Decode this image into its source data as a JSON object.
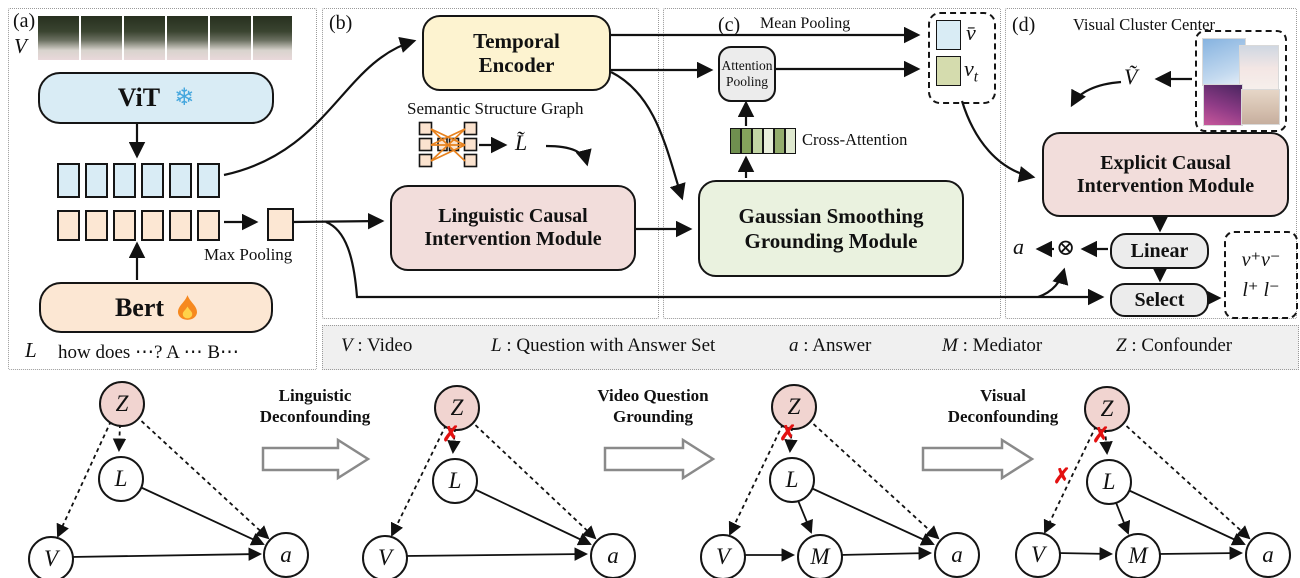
{
  "palette": {
    "vit_blue": "#d9ecf5",
    "bert_orange": "#fce7d3",
    "temporal_yellow": "#fdf3d0",
    "causal_pink": "#f2dddb",
    "gaussian_green": "#eaf2df",
    "gray_box": "#ececec",
    "legend_gray": "#f0f0f0",
    "confounder_pink": "#f1d4d0",
    "cross_red": "#e31111",
    "snowflake_blue": "#45a7de",
    "flame_orange": "#f6891f"
  },
  "section_a": {
    "label": "(a)",
    "video_symbol": "V",
    "vit": "ViT",
    "snowflake": "❄",
    "bert": "Bert",
    "max_pooling": "Max Pooling",
    "question_symbol": "L",
    "question_text": "how does ⋯? A ⋯ B⋯"
  },
  "section_b": {
    "label": "(b)",
    "temporal_encoder_line1": "Temporal",
    "temporal_encoder_line2": "Encoder",
    "semantic_graph_caption": "Semantic Structure Graph",
    "l_tilde": "L̃",
    "lcim_line1": "Linguistic Causal",
    "lcim_line2": "Intervention Module"
  },
  "section_c": {
    "label": "(c)",
    "mean_pooling": "Mean Pooling",
    "attention_pooling_line1": "Attention",
    "attention_pooling_line2": "Pooling",
    "cross_attention": "Cross-Attention",
    "gsgm_line1": "Gaussian Smoothing",
    "gsgm_line2": "Grounding Module",
    "v_bar": "v̄",
    "v_t_base": "v",
    "v_t_sub": "t",
    "attention_tokens": [
      "#6f8f4f",
      "#85a35c",
      "#c3d5a5",
      "#e9efdc",
      "#93ac6d",
      "#dfe9cf"
    ]
  },
  "section_d": {
    "label": "(d)",
    "visual_cluster_center": "Visual Cluster Center",
    "v_tilde": "Ṽ",
    "ecim_line1": "Explicit Causal",
    "ecim_line2": "Intervention Module",
    "linear": "Linear",
    "select": "Select",
    "answer_symbol": "a",
    "otimes": "⊗",
    "pos_neg_line1": "v⁺v⁻",
    "pos_neg_line2": "l⁺ l⁻"
  },
  "legend": {
    "items": [
      {
        "symbol": "V",
        "desc": ": Video"
      },
      {
        "symbol": "L",
        "desc": ": Question with Answer Set"
      },
      {
        "symbol": "a",
        "desc": ": Answer"
      },
      {
        "symbol": "M",
        "desc": ": Mediator"
      },
      {
        "symbol": "Z",
        "desc": ": Confounder"
      }
    ]
  },
  "transitions": [
    {
      "line1": "Linguistic",
      "line2": "Deconfounding"
    },
    {
      "line1": "Video Question",
      "line2": "Grounding"
    },
    {
      "line1": "Visual",
      "line2": "Deconfounding"
    }
  ],
  "graph_nodes": {
    "z": "Z",
    "l": "L",
    "v": "V",
    "m": "M",
    "a": "a",
    "cross": "✗"
  }
}
